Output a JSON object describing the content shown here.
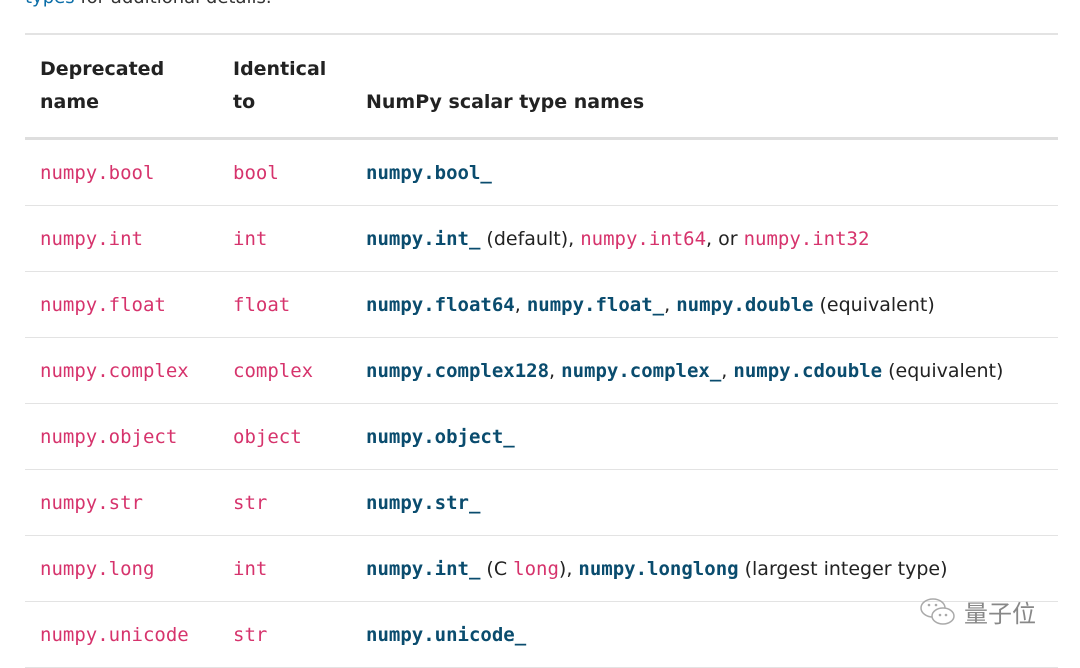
{
  "intro": {
    "link": "types",
    "text": " for additional details."
  },
  "table": {
    "headers": [
      "Deprecated name",
      "Identical to",
      "NumPy scalar type names"
    ],
    "rows": [
      {
        "deprecated": "numpy.bool",
        "identical": "bool",
        "names": [
          {
            "t": "numpy.bool_",
            "k": "bold"
          }
        ]
      },
      {
        "deprecated": "numpy.int",
        "identical": "int",
        "names": [
          {
            "t": "numpy.int_",
            "k": "bold"
          },
          {
            "t": " (default), ",
            "k": "text"
          },
          {
            "t": "numpy.int64",
            "k": "pink"
          },
          {
            "t": ", or ",
            "k": "text"
          },
          {
            "t": "numpy.int32",
            "k": "pink"
          }
        ]
      },
      {
        "deprecated": "numpy.float",
        "identical": "float",
        "names": [
          {
            "t": "numpy.float64",
            "k": "bold"
          },
          {
            "t": ", ",
            "k": "text"
          },
          {
            "t": "numpy.float_",
            "k": "bold"
          },
          {
            "t": ", ",
            "k": "text"
          },
          {
            "t": "numpy.double",
            "k": "bold"
          },
          {
            "t": " (equivalent)",
            "k": "text"
          }
        ]
      },
      {
        "deprecated": "numpy.complex",
        "identical": "complex",
        "names": [
          {
            "t": "numpy.complex128",
            "k": "bold"
          },
          {
            "t": ", ",
            "k": "text"
          },
          {
            "t": "numpy.complex_",
            "k": "bold"
          },
          {
            "t": ", ",
            "k": "text"
          },
          {
            "t": "numpy.cdouble",
            "k": "bold"
          },
          {
            "t": " (equivalent)",
            "k": "text"
          }
        ]
      },
      {
        "deprecated": "numpy.object",
        "identical": "object",
        "names": [
          {
            "t": "numpy.object_",
            "k": "bold"
          }
        ]
      },
      {
        "deprecated": "numpy.str",
        "identical": "str",
        "names": [
          {
            "t": "numpy.str_",
            "k": "bold"
          }
        ]
      },
      {
        "deprecated": "numpy.long",
        "identical": "int",
        "names": [
          {
            "t": "numpy.int_",
            "k": "bold"
          },
          {
            "t": " (C ",
            "k": "text"
          },
          {
            "t": "long",
            "k": "pink"
          },
          {
            "t": "), ",
            "k": "text"
          },
          {
            "t": "numpy.longlong",
            "k": "bold"
          },
          {
            "t": " (largest integer type)",
            "k": "text"
          }
        ]
      },
      {
        "deprecated": "numpy.unicode",
        "identical": "str",
        "names": [
          {
            "t": "numpy.unicode_",
            "k": "bold"
          }
        ]
      }
    ]
  },
  "watermark": {
    "text": "量子位",
    "icon": "wechat-icon"
  },
  "colors": {
    "pink": "#d6336c",
    "code_blue": "#0a4c6e",
    "link": "#0b6ea8"
  }
}
